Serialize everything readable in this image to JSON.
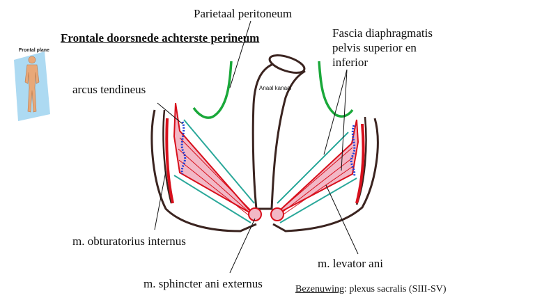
{
  "title": "Frontale doorsnede achterste perineum",
  "thumbnail": {
    "label": "Frontal plane"
  },
  "labels": {
    "parietaal": "Parietaal peritoneum",
    "fascia_1": "Fascia diaphragmatis",
    "fascia_2": "pelvis superior en",
    "fascia_3": "inferior",
    "arcus": "arcus tendineus",
    "anaal": "Anaal kanaal",
    "obturatorius": "m. obturatorius internus",
    "levator": "m. levator ani",
    "sphincter": "m. sphincter ani externus"
  },
  "footer": {
    "prefix": "Bezenuwing",
    "rest": ": plexus sacralis (SIII-SV)"
  },
  "colors": {
    "outline": "#3b2420",
    "muscle_fill": "#f2b8c6",
    "muscle_stroke": "#d8101c",
    "fascia": "#2aa89a",
    "peritoneum": "#1aa83a",
    "nerve": "#1a3cd8"
  }
}
